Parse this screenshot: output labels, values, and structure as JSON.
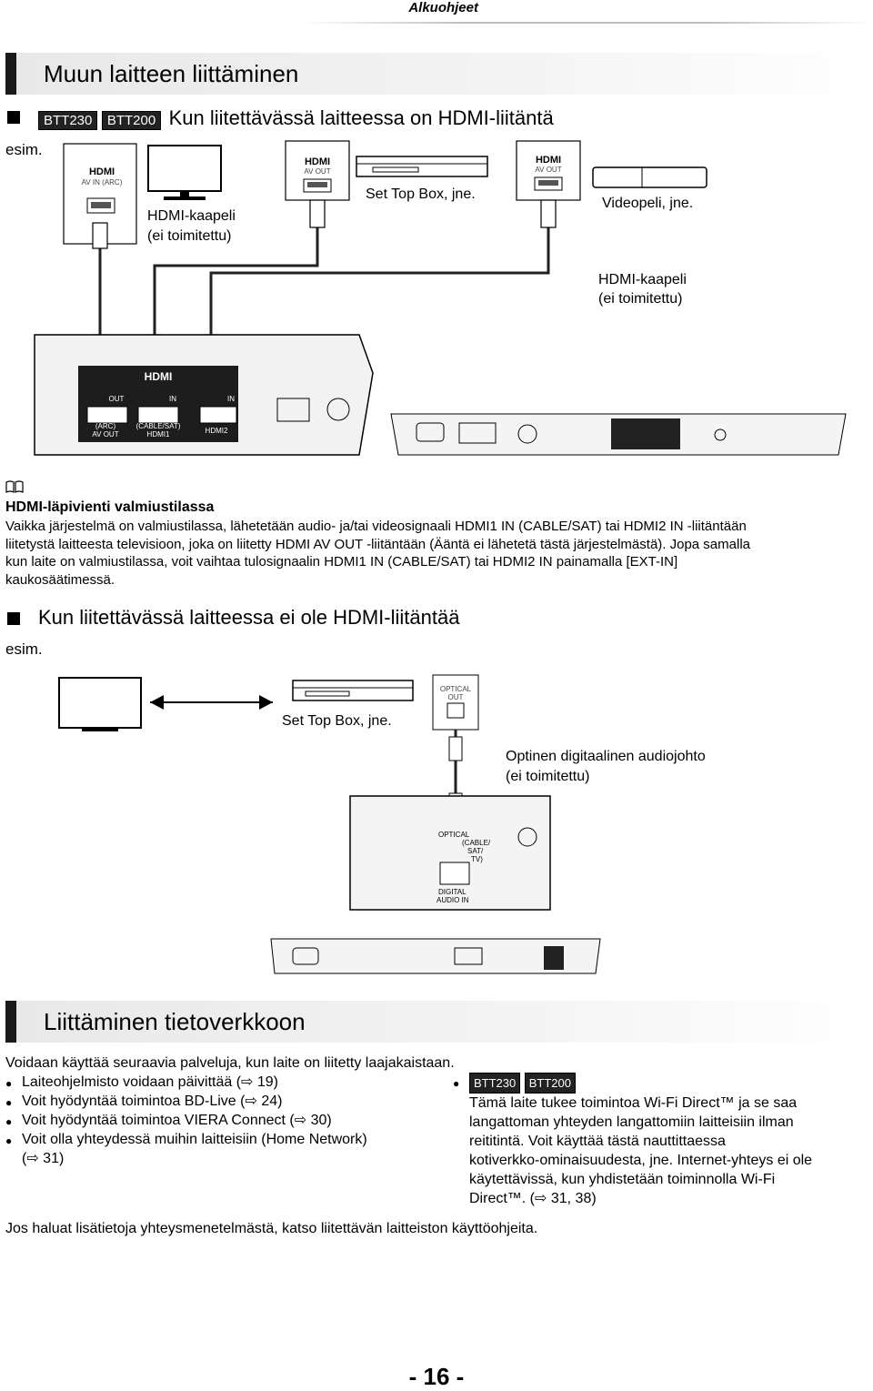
{
  "header": {
    "section": "Alkuohjeet"
  },
  "section1": {
    "title": "Muun laitteen liittäminen",
    "hdmi_case": {
      "badges": [
        "BTT230",
        "BTT200"
      ],
      "heading": "Kun liitettävässä laitteessa on HDMI-liitäntä",
      "esim": "esim.",
      "diagram": {
        "tv_port_logo": "HDMI",
        "tv_port_label": "AV IN (ARC)",
        "cable_left_1": "HDMI-kaapeli",
        "cable_left_2": "(ei toimitettu)",
        "stb_port_logo": "HDMI",
        "stb_port_label": "AV OUT",
        "stb_name": "Set Top Box, jne.",
        "game_port_logo": "HDMI",
        "game_port_label": "AV OUT",
        "game_name": "Videopeli, jne.",
        "cable_right_1": "HDMI-kaapeli",
        "cable_right_2": "(ei toimitettu)",
        "panel_logo": "HDMI",
        "panel_out": "OUT",
        "panel_in1": "IN",
        "panel_in2": "IN",
        "panel_arc": "(ARC)",
        "panel_av_out": "AV OUT",
        "panel_cable_sat": "(CABLE/SAT)",
        "panel_hdmi1": "HDMI1",
        "panel_hdmi2": "HDMI2"
      }
    },
    "note": {
      "icon": "book-icon",
      "title": "HDMI-läpivienti valmiustilassa",
      "lines": [
        "Vaikka järjestelmä on valmiustilassa, lähetetään audio- ja/tai videosignaali HDMI1 IN (CABLE/SAT) tai HDMI2 IN -liitäntään",
        "liitetystä laitteesta televisioon, joka on liitetty HDMI AV OUT -liitäntään (Ääntä ei lähetetä tästä järjestelmästä). Jopa samalla",
        "kun laite on valmiustilassa, voit vaihtaa tulosignaalin HDMI1 IN (CABLE/SAT) tai HDMI2 IN painamalla [EXT-IN]",
        "kaukosäätimessä."
      ]
    },
    "no_hdmi_case": {
      "heading": "Kun liitettävässä laitteessa ei ole HDMI-liitäntää",
      "esim": "esim.",
      "diagram": {
        "stb_name": "Set Top Box, jne.",
        "optical_out_1": "OPTICAL",
        "optical_out_2": "OUT",
        "cable_1": "Optinen digitaalinen audiojohto",
        "cable_2": "(ei toimitettu)",
        "panel_optical": "OPTICAL",
        "panel_cable": "(CABLE/",
        "panel_sat": "SAT/",
        "panel_tv": "TV)",
        "panel_digital": "DIGITAL",
        "panel_audio_in": "AUDIO IN"
      }
    }
  },
  "section2": {
    "title": "Liittäminen tietoverkkoon",
    "intro": "Voidaan käyttää seuraavia palveluja, kun laite on liitetty laajakaistaan.",
    "left_bullets": [
      "Laiteohjelmisto voidaan päivittää (⇨ 19)",
      "Voit hyödyntää toimintoa BD-Live (⇨ 24)",
      "Voit hyödyntää toimintoa VIERA Connect (⇨ 30)",
      "Voit olla yhteydessä muihin laitteisiin (Home Network)"
    ],
    "left_bullet_cont": "(⇨ 31)",
    "right_badges": [
      "BTT230",
      "BTT200"
    ],
    "right_lines": [
      "Tämä laite tukee toimintoa Wi-Fi Direct™ ja se saa",
      "langattoman yhteyden langattomiin laitteisiin ilman",
      "reititintä. Voit käyttää tästä nauttittaessa",
      "kotiverkko-ominaisuudesta, jne. Internet-yhteys ei ole",
      "käytettävissä, kun yhdistetään toiminnolla Wi-Fi",
      "Direct™. (⇨ 31, 38)"
    ],
    "footer_note": "Jos haluat lisätietoja yhteysmenetelmästä, katso liitettävän laitteiston käyttöohjeita."
  },
  "page_number": "- 16 -"
}
